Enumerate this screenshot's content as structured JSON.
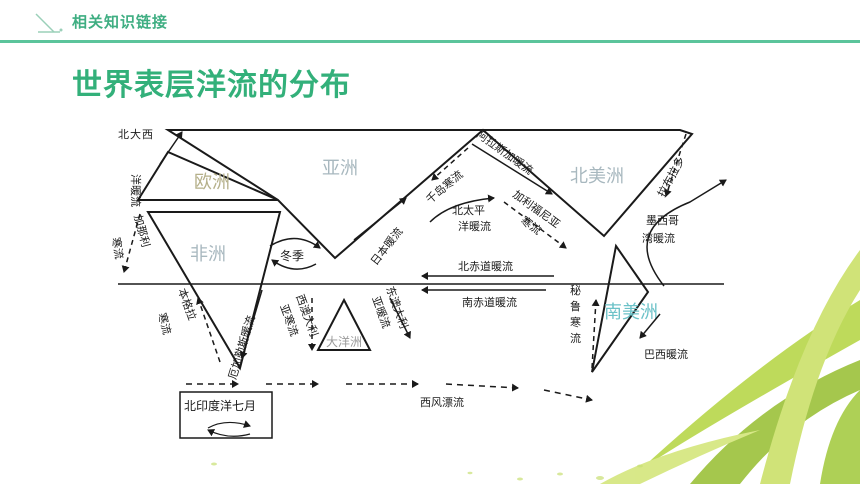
{
  "header": {
    "label": "相关知识链接"
  },
  "title": "世界表层洋流的分布",
  "diagram": {
    "continents": {
      "europe": "欧洲",
      "asia": "亚洲",
      "north_america": "北美洲",
      "africa": "非洲",
      "south_america": "南美洲",
      "oceania": "大洋洲"
    },
    "currents": {
      "north_atlantic_drift": [
        "北",
        "大",
        "西",
        "洋暖流"
      ],
      "canary": [
        "加那利",
        "寒流"
      ],
      "benguela": [
        "本格拉",
        "寒流"
      ],
      "agulhas": "厄加勒斯暖流",
      "monsoon": "冬季",
      "west_australian": [
        "西澳大利",
        "亚寒流"
      ],
      "east_australian": [
        "东澳大利",
        "亚暖流"
      ],
      "kuroshio": "日本暖流",
      "oyashio": "千岛寒流",
      "alaska": "阿拉斯加暖流",
      "north_pacific": [
        "北太平",
        "洋暖流"
      ],
      "california": [
        "加利福尼亚",
        "寒流"
      ],
      "north_equatorial": "北赤道暖流",
      "south_equatorial": "南赤道暖流",
      "labrador": "拉布拉多",
      "gulf_stream": [
        "墨西哥",
        "湾暖流"
      ],
      "peru": [
        "秘",
        "鲁",
        "寒",
        "流"
      ],
      "brazil": "巴西暖流",
      "north_indian": "北印度洋七月",
      "west_wind_drift": "西风漂流"
    },
    "colors": {
      "continent": "#a8b8bf",
      "europe": "#b5b08a",
      "south_america": "#6cc2c8",
      "lines": "#1a1a1a"
    }
  }
}
